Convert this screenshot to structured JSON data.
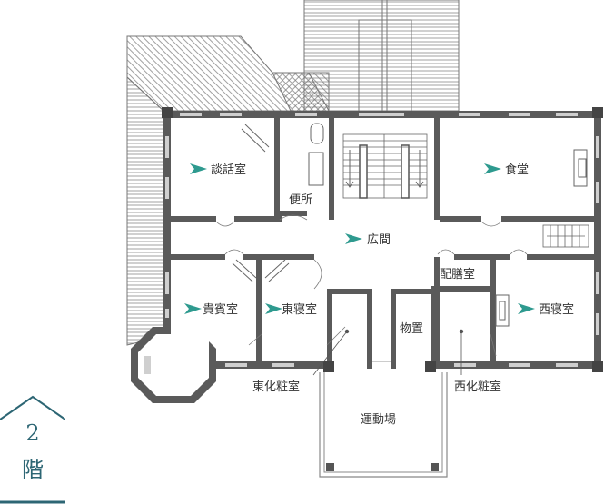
{
  "floor": {
    "number": "2",
    "label": "階"
  },
  "rooms": {
    "dangwashitsu": "談話室",
    "benjo": "便所",
    "shokudo": "食堂",
    "hiroma": "広間",
    "kihinshitsu": "貴賓室",
    "higashi_shinshitsu": "東寝室",
    "haizenshitsu": "配膳室",
    "nishi_shinshitsu": "西寝室",
    "butsuoki": "物置",
    "higashi_keshoshitsu": "東化粧室",
    "nishi_keshoshitsu": "西化粧室",
    "undojo": "運動場"
  },
  "colors": {
    "wall": "#555555",
    "line": "#666666",
    "accent": "#2e9a8f",
    "badge": "#2d6674"
  }
}
